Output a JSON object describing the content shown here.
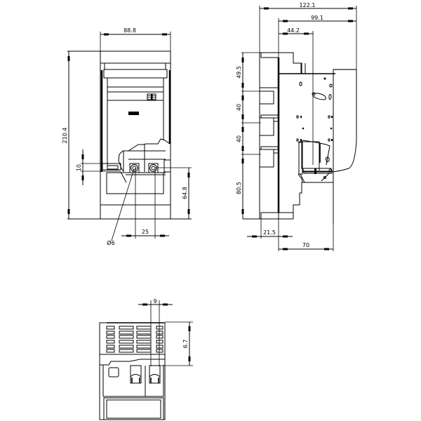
{
  "drawing": {
    "type": "technical dimension drawing",
    "views": {
      "front": {
        "dimensions": {
          "width": "88.8",
          "height": "210.4",
          "terminal_offset": "10",
          "terminal_height": "64.8",
          "terminal_pitch": "25",
          "hole_diameter": "Ø6"
        }
      },
      "side": {
        "dimensions": {
          "overall_depth": "122.1",
          "depth_mid": "99.1",
          "depth_top": "44.2",
          "top_offset": "49.5",
          "pitch_1": "40",
          "pitch_2": "40",
          "bottom_offset": "80.5",
          "rail_offset": "21.5",
          "base_depth": "70"
        }
      },
      "bottom": {
        "dimensions": {
          "terminal_width": "9",
          "terminal_height": "6.7"
        }
      }
    },
    "colors": {
      "line": "#000000",
      "background": "#ffffff"
    }
  }
}
